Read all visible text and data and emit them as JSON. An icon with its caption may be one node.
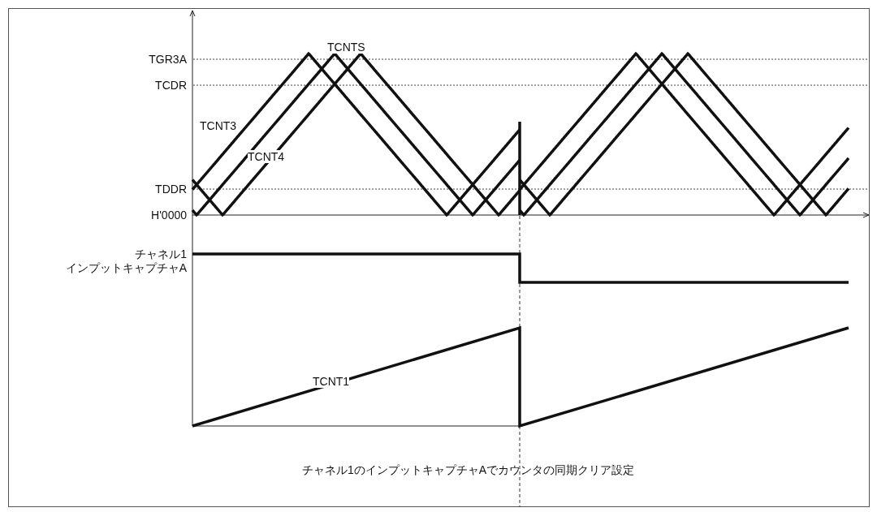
{
  "diagram": {
    "caption": "チャネル1のインプットキャプチャAでカウンタの同期クリア設定",
    "labels": [
      "TGR3A",
      "TCNTS",
      "TCDR",
      "TCNT3",
      "TCNT4",
      "TDDR",
      "H'0000",
      "チャネル1",
      "インプットキャプチャA",
      "TCNT1"
    ]
  }
}
